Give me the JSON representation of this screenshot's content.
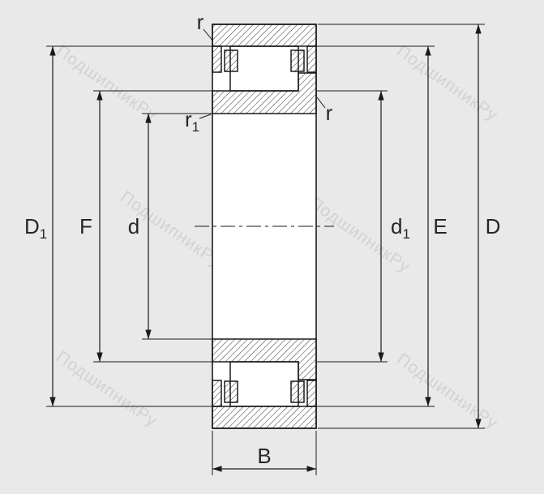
{
  "watermark": {
    "text": "ПодшипникРу",
    "color": "#d2d2d2"
  },
  "canvas": {
    "background": "#e9e9e9",
    "line_color": "#1a1a1a",
    "label_color": "#262626"
  },
  "dimensions": {
    "r_top": {
      "base": "r",
      "sub": ""
    },
    "r1": {
      "base": "r",
      "sub": "1"
    },
    "r_right": {
      "base": "r",
      "sub": ""
    },
    "D1": {
      "base": "D",
      "sub": "1"
    },
    "F": {
      "base": "F",
      "sub": ""
    },
    "d": {
      "base": "d",
      "sub": ""
    },
    "d1": {
      "base": "d",
      "sub": "1"
    },
    "E": {
      "base": "E",
      "sub": ""
    },
    "D": {
      "base": "D",
      "sub": ""
    },
    "B": {
      "base": "B",
      "sub": ""
    }
  }
}
